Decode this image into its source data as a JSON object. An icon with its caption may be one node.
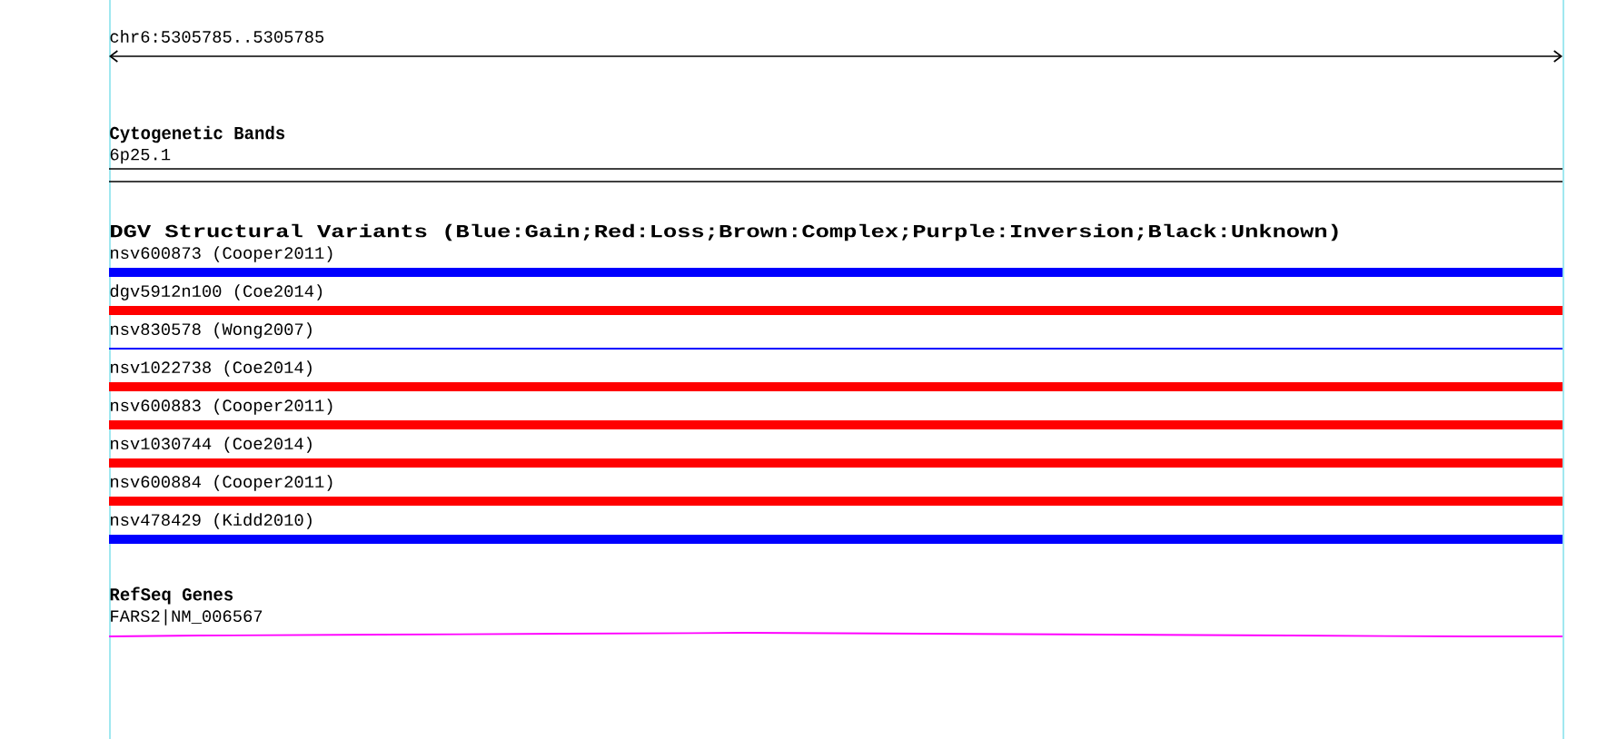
{
  "diagram": {
    "labels": [
      "chr6:5305785..5305785",
      "Cytogenetic Bands",
      "6p25.1",
      "DGV Structural Variants (Blue:Gain;Red:Loss;Brown:Complex;Purple:Inversion;Black:Unknown)",
      "nsv600873 (Cooper2011)",
      "dgv5912n100 (Coe2014)",
      "nsv830578 (Wong2007)",
      "nsv1022738 (Coe2014)",
      "nsv600883 (Cooper2011)",
      "nsv1030744 (Coe2014)",
      "nsv600884 (Cooper2011)",
      "nsv478429 (Kidd2010)",
      "RefSeq Genes",
      "FARS2|NM_006567"
    ]
  }
}
